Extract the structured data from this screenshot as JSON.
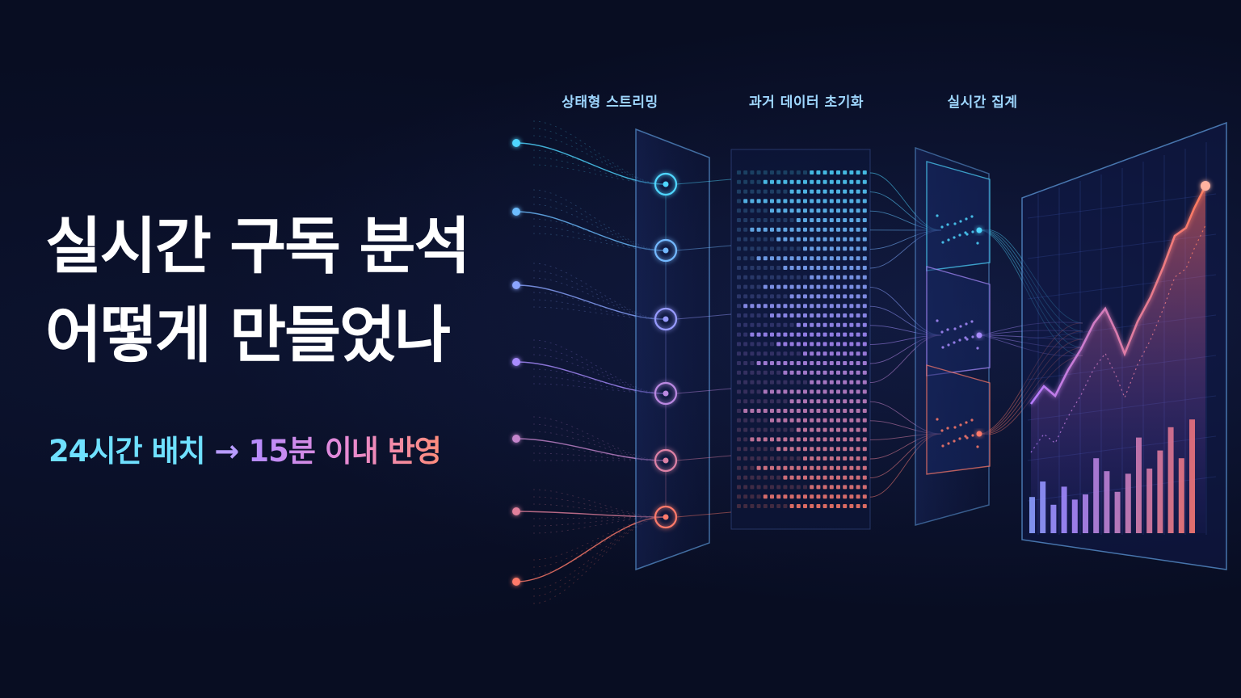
{
  "headline": {
    "line1": "실시간 구독 분석",
    "line2": "어떻게 만들었나"
  },
  "subline": {
    "before": "24시간 배치",
    "arrow": "→",
    "after": "15분 이내 반영"
  },
  "stages": [
    {
      "label": "상태형 스트리밍"
    },
    {
      "label": "과거 데이터 초기화"
    },
    {
      "label": "실시간 집계"
    }
  ],
  "colors": {
    "background": "#080d22",
    "cyan": "#4fd6ff",
    "violet": "#a98cff",
    "coral": "#ff7a6a",
    "headline": "#ffffff"
  }
}
